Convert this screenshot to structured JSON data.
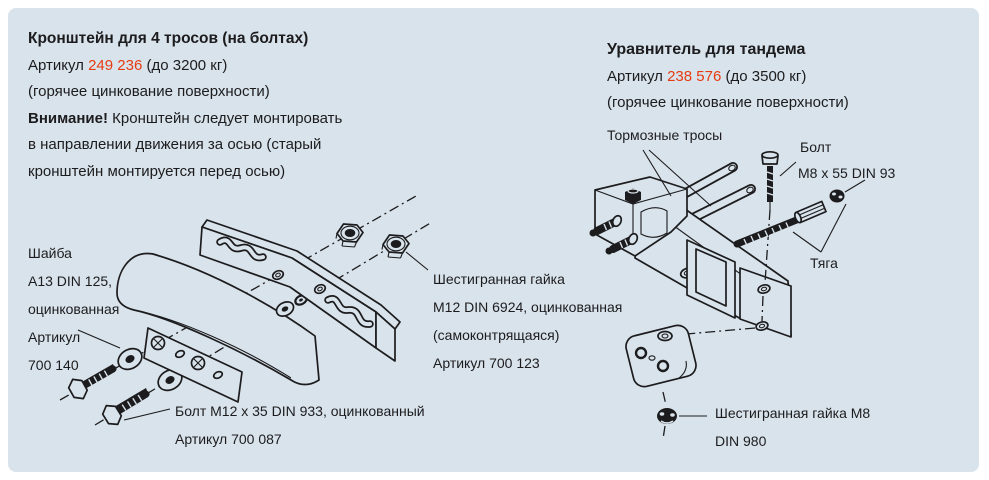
{
  "panel": {
    "background": "#d9e3eb",
    "accent_red": "#e63b11",
    "line_color": "#1c1c1e"
  },
  "left_section": {
    "title": "Кронштейн для 4 тросов (на болтах)",
    "article_prefix": "Артикул",
    "article_number": "249 236",
    "article_suffix": "(до 3200 кг)",
    "coating": "(горячее цинкование поверхности)",
    "warning_bold": "Внимание!",
    "warning_rest": "Кронштейн следует монтировать",
    "warning_line2": "в направлении движения за осью (старый",
    "warning_line3": "кронштейн монтируется перед осью)",
    "labels": {
      "washer_l1": "Шайба",
      "washer_l2": "А13 DIN 125,",
      "washer_l3": "оцинкованная",
      "washer_l4": "Артикул",
      "washer_l5": "700 140",
      "nut_l1": "Шестигранная гайка",
      "nut_l2": "М12 DIN 6924, оцинкованная",
      "nut_l3": "(самоконтрящаяся)",
      "nut_l4": "Артикул 700 123",
      "bolt_l1": "Болт М12 х 35 DIN 933, оцинкованный",
      "bolt_l2": "Артикул 700 087"
    }
  },
  "right_section": {
    "title": "Уравнитель для тандема",
    "article_prefix": "Артикул",
    "article_number": "238 576",
    "article_suffix": "(до 3500 кг)",
    "coating": "(горячее цинкование поверхности)",
    "labels": {
      "cables": "Тормозные тросы",
      "bolt_l1": "Болт",
      "bolt_l2": "М8 х 55 DIN 93",
      "rod": "Тяга",
      "nut_l1": "Шестигранная гайка М8",
      "nut_l2": "DIN 980"
    }
  }
}
